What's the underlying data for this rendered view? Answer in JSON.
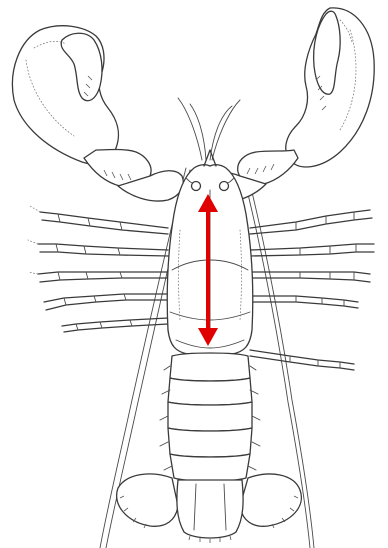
{
  "figure": {
    "subject": "lobster",
    "view": "dorsal",
    "colors": {
      "ink": "#3a3a3a",
      "background": "#ffffff",
      "indicator": "#e00000"
    },
    "indicator": {
      "type": "double-headed-arrow",
      "orientation": "vertical",
      "marks": "carapace-length"
    }
  }
}
